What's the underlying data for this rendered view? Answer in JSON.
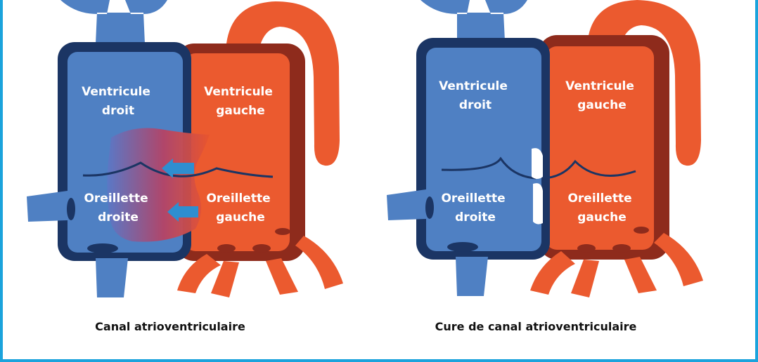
{
  "diagrams": [
    {
      "caption": "Canal atrioventriculaire",
      "labels": {
        "right_ventricle": [
          "Ventricule",
          "droit"
        ],
        "left_ventricle": [
          "Ventricule",
          "gauche"
        ],
        "right_atrium": [
          "Oreillette",
          "droite"
        ],
        "left_atrium": [
          "Oreillette",
          "gauche"
        ]
      }
    },
    {
      "caption": "Cure de canal atrioventriculaire",
      "labels": {
        "right_ventricle": [
          "Ventricule",
          "droit"
        ],
        "left_ventricle": [
          "Ventricule",
          "gauche"
        ],
        "right_atrium": [
          "Oreillette",
          "droite"
        ],
        "left_atrium": [
          "Oreillette",
          "gauche"
        ]
      }
    }
  ],
  "colors": {
    "frame": "#1ba3dc",
    "blue_light": "#4f80c3",
    "blue_dark": "#1b3564",
    "red_light": "#eb5a2f",
    "red_dark": "#8e2b1c",
    "arrow": "#2e8ed0",
    "patch": "#ffffff"
  }
}
